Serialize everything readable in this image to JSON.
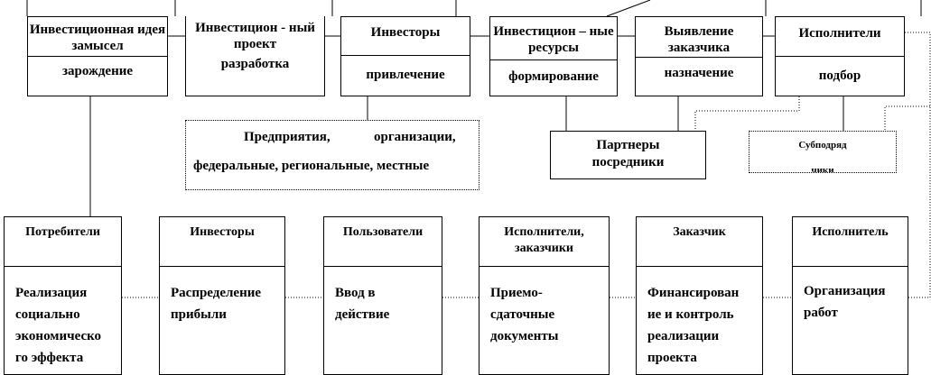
{
  "top_row": [
    {
      "title": "Инвестиционная идея замысел",
      "stage": "зарождение"
    },
    {
      "title": "Инвестицион - ный проект",
      "stage": "разработка"
    },
    {
      "title": "Инвесторы",
      "stage": "привлечение"
    },
    {
      "title": "Инвестицион – ные ресурсы",
      "stage": "формирование"
    },
    {
      "title": "Выявление заказчика",
      "stage": "назначение"
    },
    {
      "title": "Исполнители",
      "stage": "подбор"
    }
  ],
  "investor_types": {
    "line1_a": "Предприятия,",
    "line1_b": "организации,",
    "line2": "федеральные, региональные, местные"
  },
  "partners": {
    "line1": "Партнеры",
    "line2": "посредники"
  },
  "subcontractors": {
    "line1": "Субподряд",
    "line2": "чики"
  },
  "bottom_row": [
    {
      "title": "Потребители",
      "lines": [
        "Реализация",
        "социально",
        "экономическо",
        "го эффекта"
      ]
    },
    {
      "title": "Инвесторы",
      "lines": [
        "Распределение",
        "прибыли"
      ]
    },
    {
      "title": "Пользователи",
      "lines": [
        "Ввод в",
        "действие"
      ]
    },
    {
      "title": "Исполнители, заказчики",
      "lines": [
        "Приемо-",
        "сдаточные",
        "документы"
      ]
    },
    {
      "title": "Заказчик",
      "lines": [
        "Финансирован",
        "ие и контроль",
        "реализации",
        "проекта"
      ]
    },
    {
      "title": "Исполнитель",
      "lines": [
        "Организация",
        "работ"
      ]
    }
  ]
}
